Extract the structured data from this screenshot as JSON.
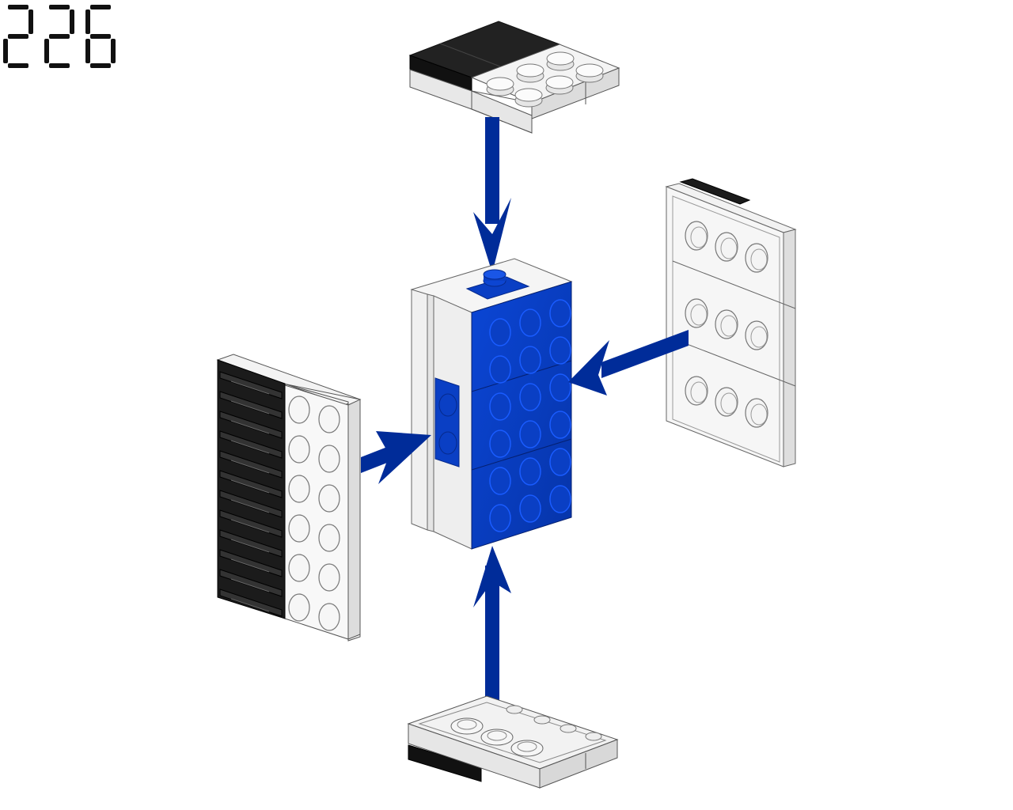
{
  "step": {
    "number": "226"
  },
  "colors": {
    "blue": "#0a3fc4",
    "dark_blue": "#062a8c",
    "arrow": "#002c99",
    "white_top": "#f6f6f6",
    "white_side": "#e4e4e4",
    "black": "#1b1b1b",
    "black_top": "#262626",
    "outline": "#555555"
  },
  "parts": [
    {
      "name": "center-assembly",
      "color": "blue"
    },
    {
      "name": "top-plate-assembly",
      "color": "white-black"
    },
    {
      "name": "right-plate-assembly",
      "color": "white"
    },
    {
      "name": "left-clip-plate-assembly",
      "color": "white-black"
    },
    {
      "name": "bottom-plate-assembly",
      "color": "white-black"
    }
  ],
  "arrows": [
    "arrow-down",
    "arrow-left",
    "arrow-right",
    "arrow-up"
  ]
}
